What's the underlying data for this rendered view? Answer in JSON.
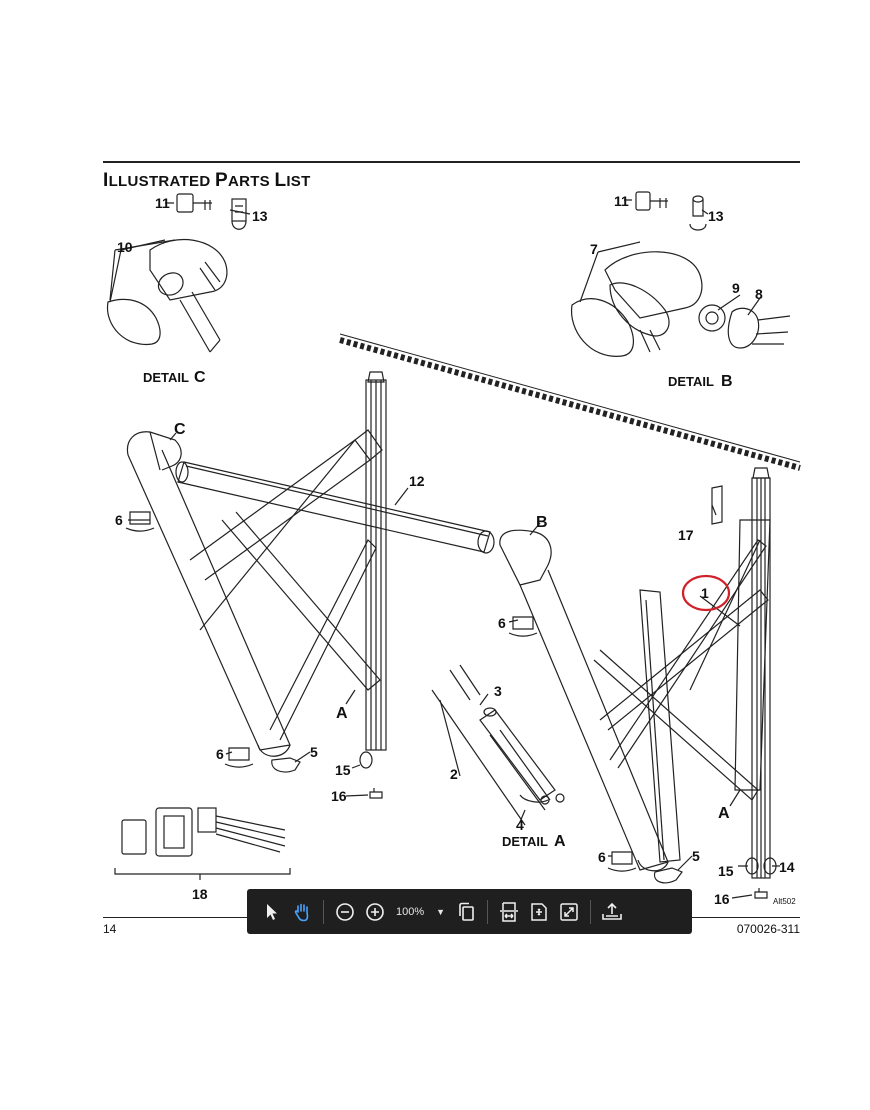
{
  "header": {
    "title_first_cap": "I",
    "title_rest_1": "LLUSTRATED ",
    "title_cap_2": "P",
    "title_rest_2": "ARTS ",
    "title_cap_3": "L",
    "title_rest_3": "IST"
  },
  "footer": {
    "page_number": "14",
    "document_id": "070026-311"
  },
  "callouts": {
    "c11a": "11",
    "c13a": "13",
    "c10": "10",
    "detail_c": "DETAIL",
    "detail_c_letter": "C",
    "c11b": "11",
    "c13b": "13",
    "c7": "7",
    "c9": "9",
    "c8": "8",
    "detail_b": "DETAIL",
    "detail_b_letter": "B",
    "c_label": "C",
    "c12": "12",
    "b_label": "B",
    "c17": "17",
    "c1": "1",
    "c6a": "6",
    "c6b": "6",
    "c6c": "6",
    "c6d": "6",
    "a1": "A",
    "a2": "A",
    "c3": "3",
    "c2": "2",
    "c4": "4",
    "detail_a": "DETAIL",
    "detail_a_letter": "A",
    "c5a": "5",
    "c5b": "5",
    "c15a": "15",
    "c15b": "15",
    "c14": "14",
    "c16a": "16",
    "c16b": "16",
    "c18": "18",
    "alt_code": "Alt502"
  },
  "toolbar": {
    "zoom_level": "100%",
    "tools": [
      "select-tool",
      "hand-tool",
      "zoom-out",
      "zoom-in",
      "zoom-level",
      "single-page",
      "fit-width",
      "fit-page",
      "fullscreen",
      "export"
    ]
  },
  "annotation": {
    "highlight_color": "#d0202a",
    "highlighted_item": "1"
  },
  "colors": {
    "toolbar_bg": "#1f1f1f",
    "active_tool": "#4aa3ff"
  }
}
